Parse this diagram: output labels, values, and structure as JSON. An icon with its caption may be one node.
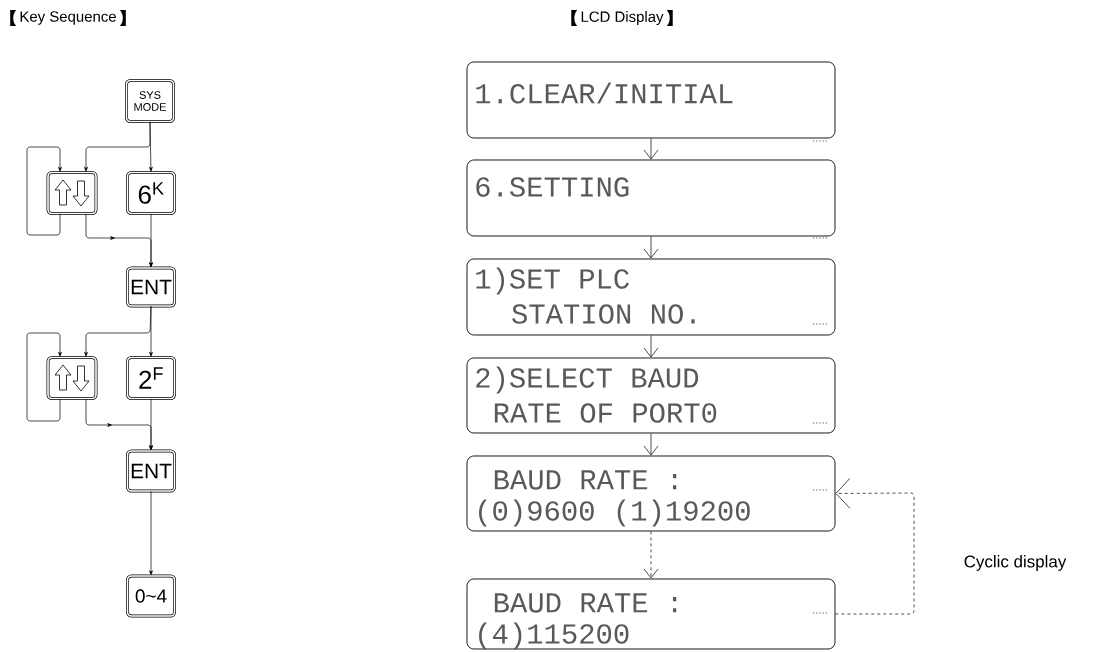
{
  "diagram": {
    "nodes": [
      {
        "text": [
          "SYS MODE"
        ]
      },
      {
        "text": [],
        "shape": "box"
      },
      {
        "text": [
          "6$^{K}$"
        ]
      },
      {
        "text": [
          "ENT"
        ]
      },
      {
        "text": [],
        "shape": "box"
      },
      {
        "text": [
          "2$^{F}$"
        ]
      },
      {
        "text": [
          "ENT"
        ]
      },
      {
        "text": [
          "0~4"
        ]
      },
      {
        "text": [
          "1.CLEAR/INITIAL"
        ]
      },
      {
        "text": [
          "6.SETTING"
        ]
      },
      {
        "text": [
          "1)SET PLC",
          "STATION NO."
        ]
      },
      {
        "text": [
          "2)SELECT BAUD",
          "RATE OF PORT0"
        ]
      },
      {
        "text": [
          "BAUD RATE :",
          "(0)9600 (1)19200"
        ]
      },
      {
        "text": [
          "BAUD RATE :",
          "(4)115200"
        ]
      }
    ],
    "edges": [
      {
        "from": 0,
        "to": 1,
        "arrow": "to"
      },
      {
        "from": 0,
        "to": 2,
        "arrow": "to"
      },
      {
        "from": 1,
        "to": 1,
        "arrow": "to"
      },
      {
        "from": 1,
        "to": 3,
        "arrow": "to"
      },
      {
        "from": 2,
        "to": 3,
        "arrow": "to"
      },
      {
        "from": 3,
        "to": 4,
        "arrow": "to"
      },
      {
        "from": 3,
        "to": 5,
        "arrow": "to"
      },
      {
        "from": 4,
        "to": 4,
        "arrow": "to"
      },
      {
        "from": 4,
        "to": 6,
        "arrow": "to"
      },
      {
        "from": 5,
        "to": 6,
        "arrow": "to"
      },
      {
        "from": 6,
        "to": 7,
        "arrow": "to"
      },
      {
        "from": 8,
        "to": 9,
        "arrow": "to"
      },
      {
        "from": 9,
        "to": 10,
        "arrow": "to"
      },
      {
        "from": 10,
        "to": 11,
        "arrow": "to"
      },
      {
        "from": 11,
        "to": 12,
        "arrow": "to"
      },
      {
        "from": 12,
        "to": 13,
        "arrow": "to",
        "style": "dashed"
      },
      {
        "from": 13,
        "to": 12,
        "arrow": "to",
        "style": "dashed",
        "label": "Cyclic display"
      }
    ],
    "labels": [
      "Key Sequence",
      "LCD Display"
    ]
  }
}
